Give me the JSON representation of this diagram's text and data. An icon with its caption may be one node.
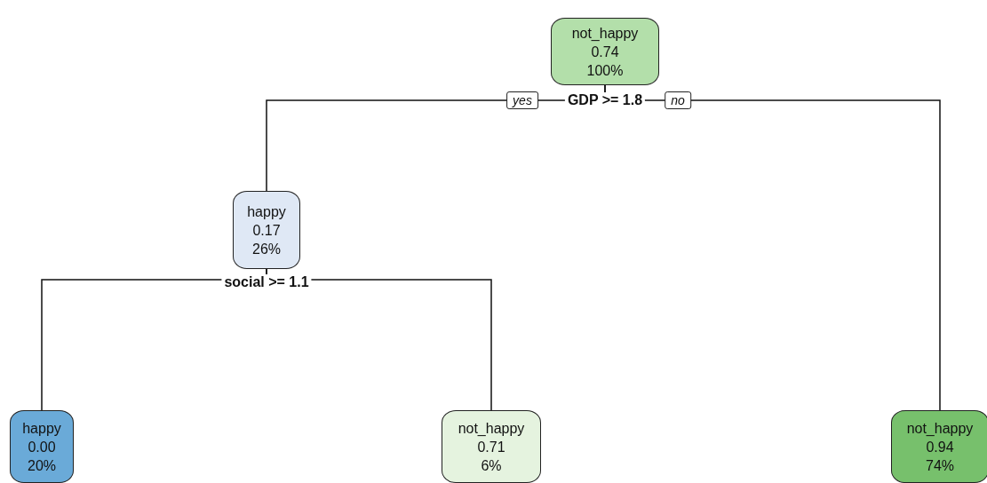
{
  "diagram": {
    "nodes": [
      {
        "text": [
          "not_happy",
          "0.74",
          "100%"
        ]
      },
      {
        "text": [
          "happy",
          "0.17",
          "26%"
        ]
      },
      {
        "text": [
          "happy",
          "0.00",
          "20%"
        ]
      },
      {
        "text": [
          "not_happy",
          "0.71",
          "6%"
        ]
      },
      {
        "text": [
          "not_happy",
          "0.94",
          "74%"
        ]
      }
    ],
    "edges": [
      {
        "from": 0,
        "to": 1,
        "arrow": "none",
        "label": "yes"
      },
      {
        "from": 0,
        "to": 4,
        "arrow": "none",
        "label": "no"
      },
      {
        "from": 1,
        "to": 2,
        "arrow": "none"
      },
      {
        "from": 1,
        "to": 3,
        "arrow": "none"
      }
    ],
    "labels": [
      "GDP >= 1.8",
      "social >= 1.1"
    ]
  }
}
